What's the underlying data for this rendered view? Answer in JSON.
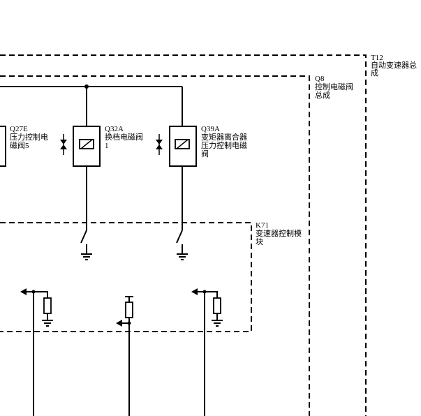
{
  "assemblies": {
    "t12": {
      "code": "T12",
      "name_line1": "自动变速器总",
      "name_line2": "成"
    },
    "q8": {
      "code": "Q8",
      "name_line1": "控制电磁阀",
      "name_line2": "总成"
    },
    "k71": {
      "code": "K71",
      "name_line1": "变速器控制模",
      "name_line2": "块"
    }
  },
  "valves": {
    "q27e": {
      "code": "Q27E",
      "name_line1": "压力控制电",
      "name_line2": "磁阀5"
    },
    "q32a": {
      "code": "Q32A",
      "name_line1": "换档电磁阀",
      "name_line2": "1"
    },
    "q39a": {
      "code": "Q39A",
      "name_line1": "变矩器离合器",
      "name_line2": "压力控制电磁",
      "name_line3": "阀"
    }
  }
}
